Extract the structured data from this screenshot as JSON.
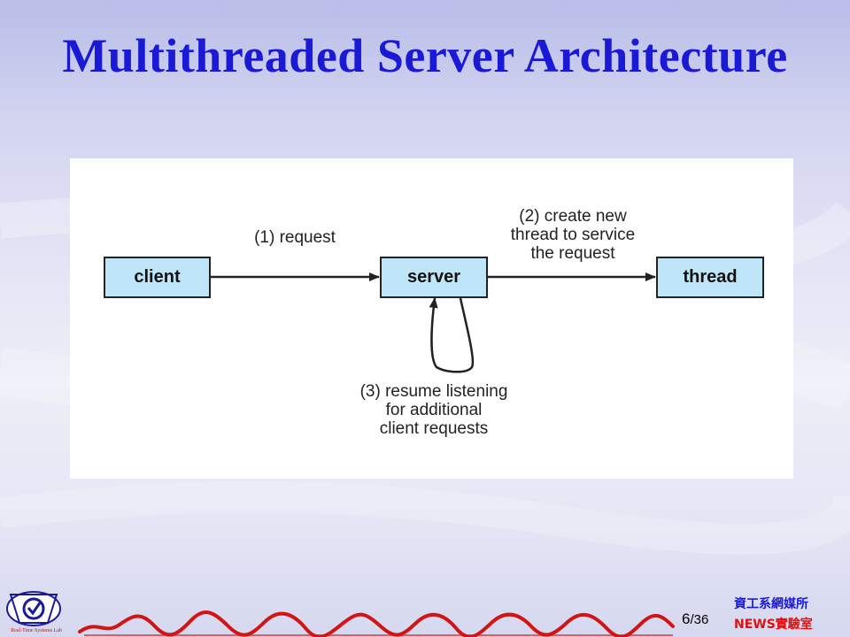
{
  "slide": {
    "title": "Multithreaded Server Architecture"
  },
  "diagram": {
    "nodes": {
      "client": "client",
      "server": "server",
      "thread": "thread"
    },
    "labels": {
      "step1": "(1) request",
      "step2": "(2) create new\nthread to service\nthe request",
      "step3": "(3) resume listening\nfor additional\nclient requests"
    }
  },
  "footer": {
    "page_current": "6",
    "page_total": "/36",
    "lab_line1": "資工系網媒所",
    "lab_line2": "NEWS實驗室",
    "logo_caption": "Real-Time Systems Lab"
  },
  "colors": {
    "title": "#1a1ad6",
    "node_fill": "#bfe6f8",
    "lab_blue": "#1a1ad6",
    "lab_red": "#e01010"
  }
}
